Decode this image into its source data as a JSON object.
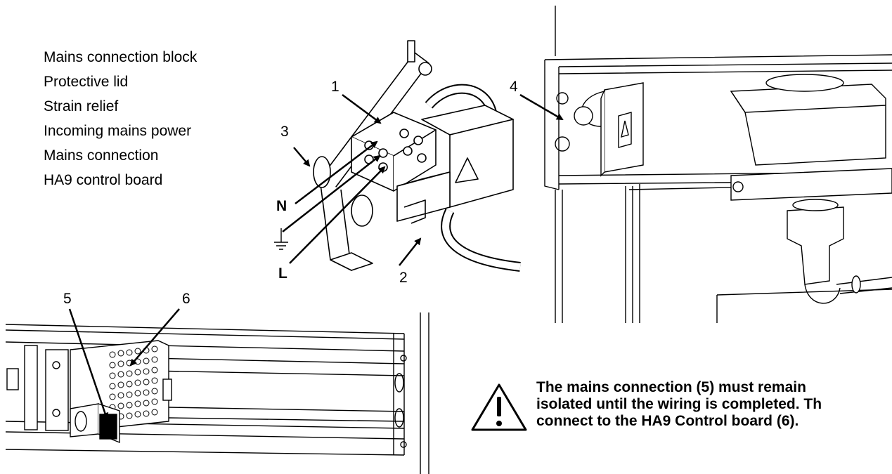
{
  "legend": [
    "Mains connection block",
    "Protective lid",
    "Strain relief",
    "Incoming mains power",
    "Mains connection",
    "HA9 control board"
  ],
  "callouts": {
    "c1": "1",
    "c2": "2",
    "c3": "3",
    "c4": "4",
    "c5": "5",
    "c6": "6",
    "neutral": "N",
    "live": "L"
  },
  "warning": {
    "icon": "warning-triangle-icon",
    "line1": "The mains connection (5) must remain",
    "line2": "isolated until the wiring is completed. Th",
    "line3": "connect to the HA9 Control board (6)."
  }
}
